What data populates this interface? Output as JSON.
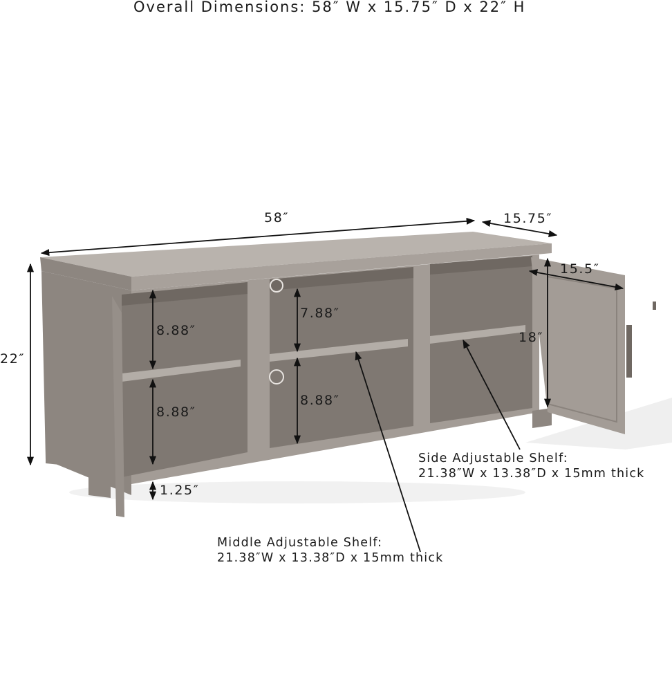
{
  "title": "Overall Dimensions: 58″ W x 15.75″ D x 22″ H",
  "dimensions": {
    "width": "58″",
    "depth": "15.75″",
    "height": "22″",
    "door_depth": "15.5″",
    "side_height": "18″",
    "left_upper": "8.88″",
    "left_lower": "8.88″",
    "middle_upper": "7.88″",
    "middle_lower": "8.88″",
    "leg_clearance": "1.25″"
  },
  "callouts": {
    "side_shelf": {
      "name": "Side Adjustable Shelf:",
      "spec": "21.38″W x 13.38″D x 15mm thick"
    },
    "middle_shelf": {
      "name": "Middle Adjustable Shelf:",
      "spec": "21.38″W x 13.38″D x 15mm thick"
    }
  },
  "colors": {
    "wood": "#a39c96",
    "wood_dark": "#7f7872",
    "wood_light": "#b9b3ad",
    "line": "#111111"
  }
}
